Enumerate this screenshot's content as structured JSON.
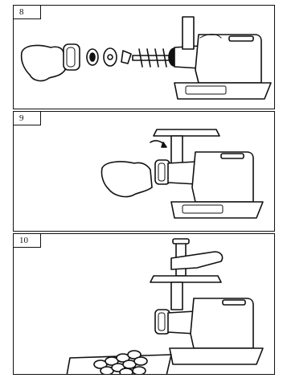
{
  "manual": {
    "steps": [
      {
        "number": "8"
      },
      {
        "number": "9"
      },
      {
        "number": "10"
      }
    ]
  }
}
